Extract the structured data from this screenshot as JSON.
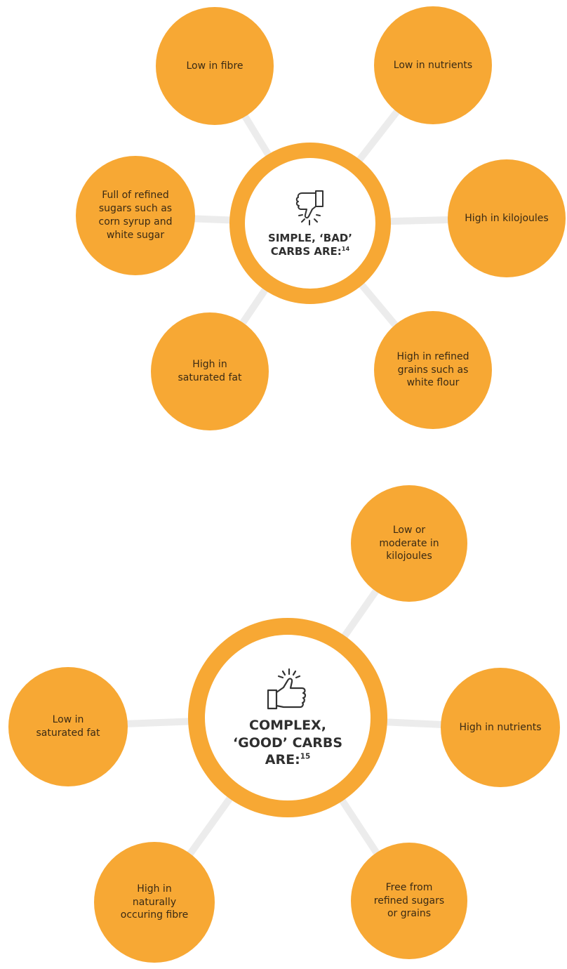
{
  "colors": {
    "accent": "#f7a834",
    "connector": "#ececec",
    "text_dark": "#2f2f2f"
  },
  "bad": {
    "title_line1": "SIMPLE, ‘BAD’",
    "title_line2": "CARBS ARE:",
    "footnote": "14",
    "icon": "thumbs-down-icon",
    "items": [
      "Low in fibre",
      "Low in nutrients",
      "Full of refined sugars such as corn syrup and white sugar",
      "High in kilojoules",
      "High in saturated fat",
      "High in refined grains such as white flour"
    ]
  },
  "good": {
    "title_line1": "COMPLEX,",
    "title_line2": "‘GOOD’ CARBS",
    "title_line3": "ARE:",
    "footnote": "15",
    "icon": "thumbs-up-icon",
    "items": [
      "Low or moderate in kilojoules",
      "Low in saturated fat",
      "High in nutrients",
      "High in naturally occuring fibre",
      "Free from refined sugars or grains"
    ]
  }
}
